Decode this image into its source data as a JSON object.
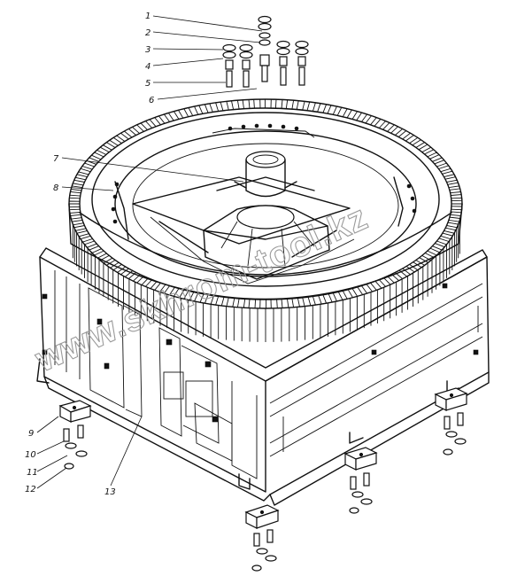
{
  "watermark": "www.skhrom-tool.kz",
  "colors": {
    "ink": "#111111",
    "watermark": "#9a9a9a",
    "background": "#ffffff"
  },
  "callouts": [
    "1",
    "2",
    "3",
    "4",
    "5",
    "6",
    "7",
    "8",
    "9",
    "10",
    "11",
    "12",
    "13"
  ]
}
